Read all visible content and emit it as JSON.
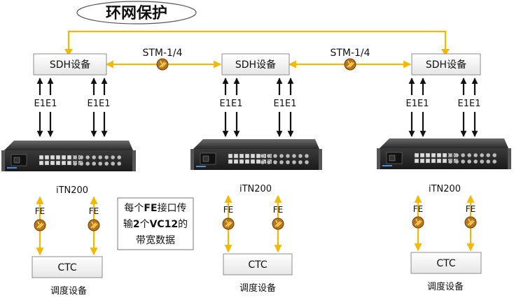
{
  "title": "环网保护",
  "link_label": "STM-1/4",
  "sdh_label": "SDH设备",
  "e1_label": "E1E1",
  "device_label": "iTN200",
  "fe_label": "FE",
  "ctc_label": "CTC",
  "dispatch_label": "调度设备",
  "note": {
    "line1_a": "每个",
    "line1_b": "FE",
    "line1_c": "接口传",
    "line2_a": "输",
    "line2_b": "2",
    "line2_c": "个",
    "line2_d": "VC12",
    "line2_e": "的",
    "line3": "带宽数据"
  },
  "colors": {
    "accent": "#F5B800",
    "badge_bg": "#B8741E",
    "box_fill": "#F2F2F2",
    "box_stroke": "#8C8C8C"
  }
}
